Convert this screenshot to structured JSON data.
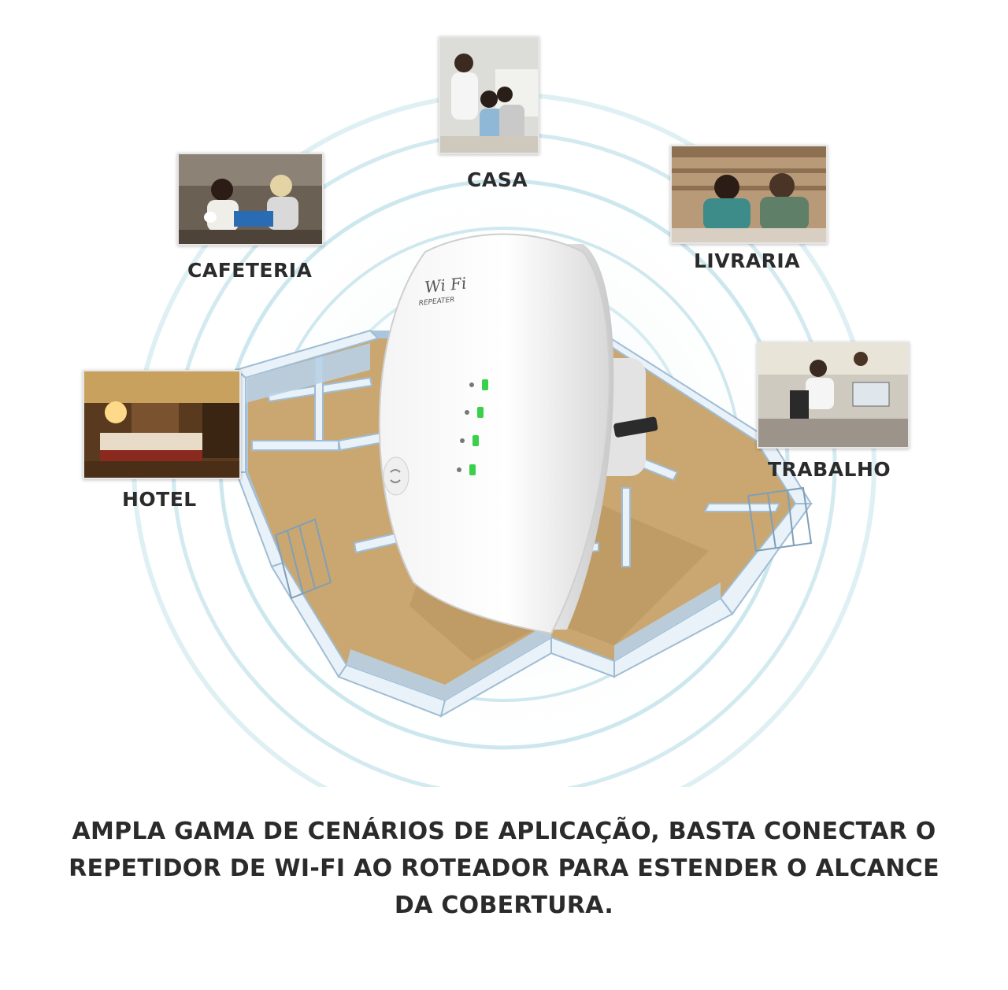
{
  "scenarios": [
    {
      "id": "casa",
      "label": "CASA"
    },
    {
      "id": "cafeteria",
      "label": "CAFETERIA"
    },
    {
      "id": "livraria",
      "label": "LIVRARIA"
    },
    {
      "id": "hotel",
      "label": "HOTEL"
    },
    {
      "id": "trabalho",
      "label": "TRABALHO"
    }
  ],
  "device": {
    "brand_line1": "Wi Fi",
    "brand_line2": "REPEATER",
    "indicator_color": "#3ad04a",
    "indicator_count": 4
  },
  "caption": {
    "line1": "AMPLA GAMA DE CENÁRIOS DE APLICAÇÃO, BASTA CONECTAR O",
    "line2": "REPETIDOR DE WI-FI AO ROTEADOR PARA ESTENDER O ALCANCE",
    "line3": "DA COBERTURA."
  },
  "colors": {
    "text": "#2b2b2b",
    "ring": "#cfe9ef",
    "walls": "#bcd3e3",
    "floor": "#caa770"
  }
}
